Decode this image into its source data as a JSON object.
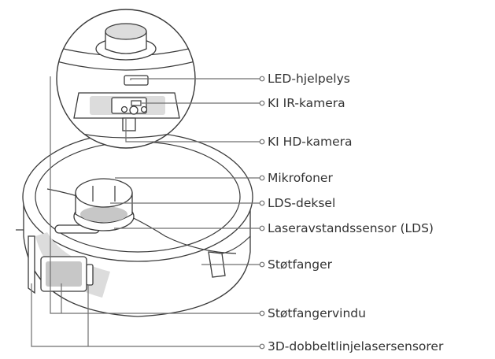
{
  "labels": {
    "led": "LED-hjelpelys",
    "ir_camera": "KI IR-kamera",
    "hd_camera": "KI HD-kamera",
    "microphones": "Mikrofoner",
    "lds_cover": "LDS-deksel",
    "lds_sensor": "Laseravstandssensor (LDS)",
    "bumper": "Støtfanger",
    "bumper_window": "Støtfangervindu",
    "sensors_3d": "3D-dobbeltlinjelasersensorer"
  }
}
